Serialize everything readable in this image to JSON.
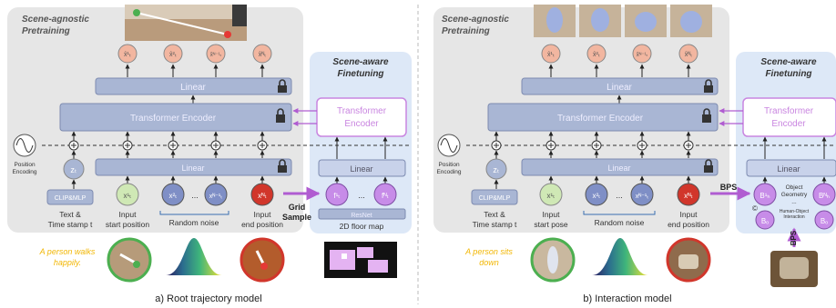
{
  "left": {
    "pretrain_title": [
      "Scene-agnostic",
      "Pretraining"
    ],
    "finetune_title": [
      "Scene-aware",
      "Finetuning"
    ],
    "linear_top": "Linear",
    "transformer": "Transformer Encoder",
    "linear_bottom": "Linear",
    "ft_transformer": [
      "Transformer",
      "Encoder"
    ],
    "ft_linear": "Linear",
    "ft_net": "ResNet",
    "outputs": [
      "x̂¹ₜ",
      "x̂²ₜ",
      "x̂ᴺ⁻¹ₜ",
      "x̂ᴺₜ"
    ],
    "pos_enc": [
      "Position",
      "Encoding"
    ],
    "z": "zₜ",
    "clip": "CLIP&MLP",
    "x1": "x¹ₜ",
    "x2": "x²ₜ",
    "dots": "...",
    "xn1": "xᴺ⁻¹ₜ",
    "xn": "xᴺₜ",
    "f1": "f¹ₜ",
    "fn": "fᴺₜ",
    "grid": [
      "Grid",
      "Sample"
    ],
    "labels": {
      "text": [
        "Text &",
        "Time stamp t"
      ],
      "start": [
        "Input",
        "start position"
      ],
      "noise": "Random noise",
      "end": [
        "Input",
        "end position"
      ],
      "floor": "2D floor map"
    },
    "prompt": [
      "A person walks",
      "happily."
    ],
    "caption": "a) Root trajectory model"
  },
  "right": {
    "pretrain_title": [
      "Scene-agnostic",
      "Pretraining"
    ],
    "finetune_title": [
      "Scene-aware",
      "Finetuning"
    ],
    "linear_top": "Linear",
    "transformer": "Transformer Encoder",
    "linear_bottom": "Linear",
    "ft_transformer": [
      "Transformer",
      "Encoder"
    ],
    "ft_linear": "Linear",
    "outputs": [
      "x̂¹ₜ",
      "x̂²ₜ",
      "x̂ᴺ⁻¹ₜ",
      "x̂ᴺₜ"
    ],
    "pos_enc": [
      "Position",
      "Encoding"
    ],
    "z": "zₜ",
    "clip": "CLIP&MLP",
    "x1": "x¹ₜ",
    "x2": "x²ₜ",
    "dots": "...",
    "xn1": "xᴺ⁻¹ₜ",
    "xn": "xᴺₜ",
    "bps": "BPS",
    "bps_vertical": "BPS",
    "b1": "B¹ₕ",
    "bn": "Bᴺₕ",
    "bo": "Bₒ",
    "obj_geom": [
      "Object",
      "Geometry",
      "..."
    ],
    "hoi": [
      "Human-Object",
      "Interaction"
    ],
    "c": "©",
    "labels": {
      "text": [
        "Text &",
        "Time stamp t"
      ],
      "start": [
        "Input",
        "start pose"
      ],
      "noise": "Random noise",
      "end": [
        "Input",
        "end position"
      ]
    },
    "prompt": [
      "A person sits",
      "down"
    ],
    "caption": "b) Interaction model"
  },
  "colors": {
    "panel": "#e6e6e6",
    "finetune_panel": "#dde8f7",
    "block": "#a9b6d4",
    "node_orange": "#f2b6a0",
    "node_green": "#cfe8b5",
    "node_blue": "#7f8fc6",
    "node_red": "#d1362b",
    "node_purple": "#c78ce8",
    "prompt": "#f2b705",
    "accent_arrow": "#c985e0"
  }
}
